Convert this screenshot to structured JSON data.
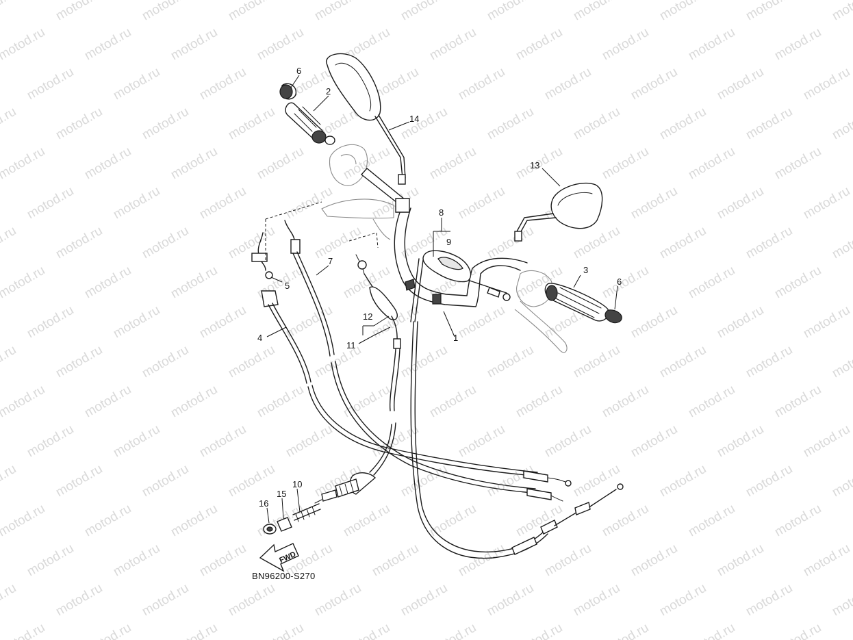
{
  "watermark": {
    "text": "motod.ru"
  },
  "diagram": {
    "code": "BN96200-S270",
    "fwd_label": "FWD",
    "callouts": [
      {
        "id": "c1",
        "label": "1"
      },
      {
        "id": "c2",
        "label": "2"
      },
      {
        "id": "c3",
        "label": "3"
      },
      {
        "id": "c4",
        "label": "4"
      },
      {
        "id": "c5",
        "label": "5"
      },
      {
        "id": "c6a",
        "label": "6"
      },
      {
        "id": "c6b",
        "label": "6"
      },
      {
        "id": "c7",
        "label": "7"
      },
      {
        "id": "c8",
        "label": "8"
      },
      {
        "id": "c9",
        "label": "9"
      },
      {
        "id": "c10",
        "label": "10"
      },
      {
        "id": "c11",
        "label": "11"
      },
      {
        "id": "c12",
        "label": "12"
      },
      {
        "id": "c13",
        "label": "13"
      },
      {
        "id": "c14",
        "label": "14"
      },
      {
        "id": "c15",
        "label": "15"
      },
      {
        "id": "c16",
        "label": "16"
      }
    ]
  }
}
